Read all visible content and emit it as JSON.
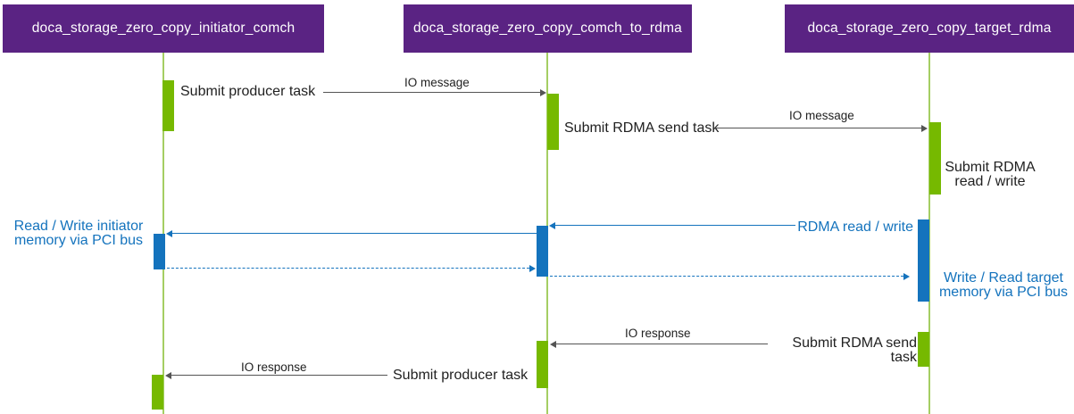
{
  "colors": {
    "purple": "#5A2383",
    "green": "#76B900",
    "lifeline": "#A5CE63",
    "blue": "#1473BD",
    "arrow": "#545454",
    "ink": "#212121"
  },
  "lifelines": [
    {
      "title": "doca_storage_zero_copy_initiator_comch"
    },
    {
      "title": "doca_storage_zero_copy_comch_to_rdma"
    },
    {
      "title": "doca_storage_zero_copy_target_rdma"
    }
  ],
  "messages": {
    "submit_producer_task_top": "Submit producer task",
    "io_message_top_1": "IO message",
    "submit_rdma_send_task_top": "Submit RDMA send task",
    "io_message_top_2": "IO message",
    "submit_rdma_read_write": "Submit RDMA\nread / write",
    "rdma_read_write": "RDMA read / write",
    "read_write_initiator_memory": "Read / Write initiator\nmemory via PCI bus",
    "write_read_target_memory": "Write / Read target\nmemory via PCI bus",
    "io_response_right": "IO response",
    "submit_rdma_send_task_bottom": "Submit RDMA send task",
    "io_response_left": "IO response",
    "submit_producer_task_bottom": "Submit producer task"
  }
}
